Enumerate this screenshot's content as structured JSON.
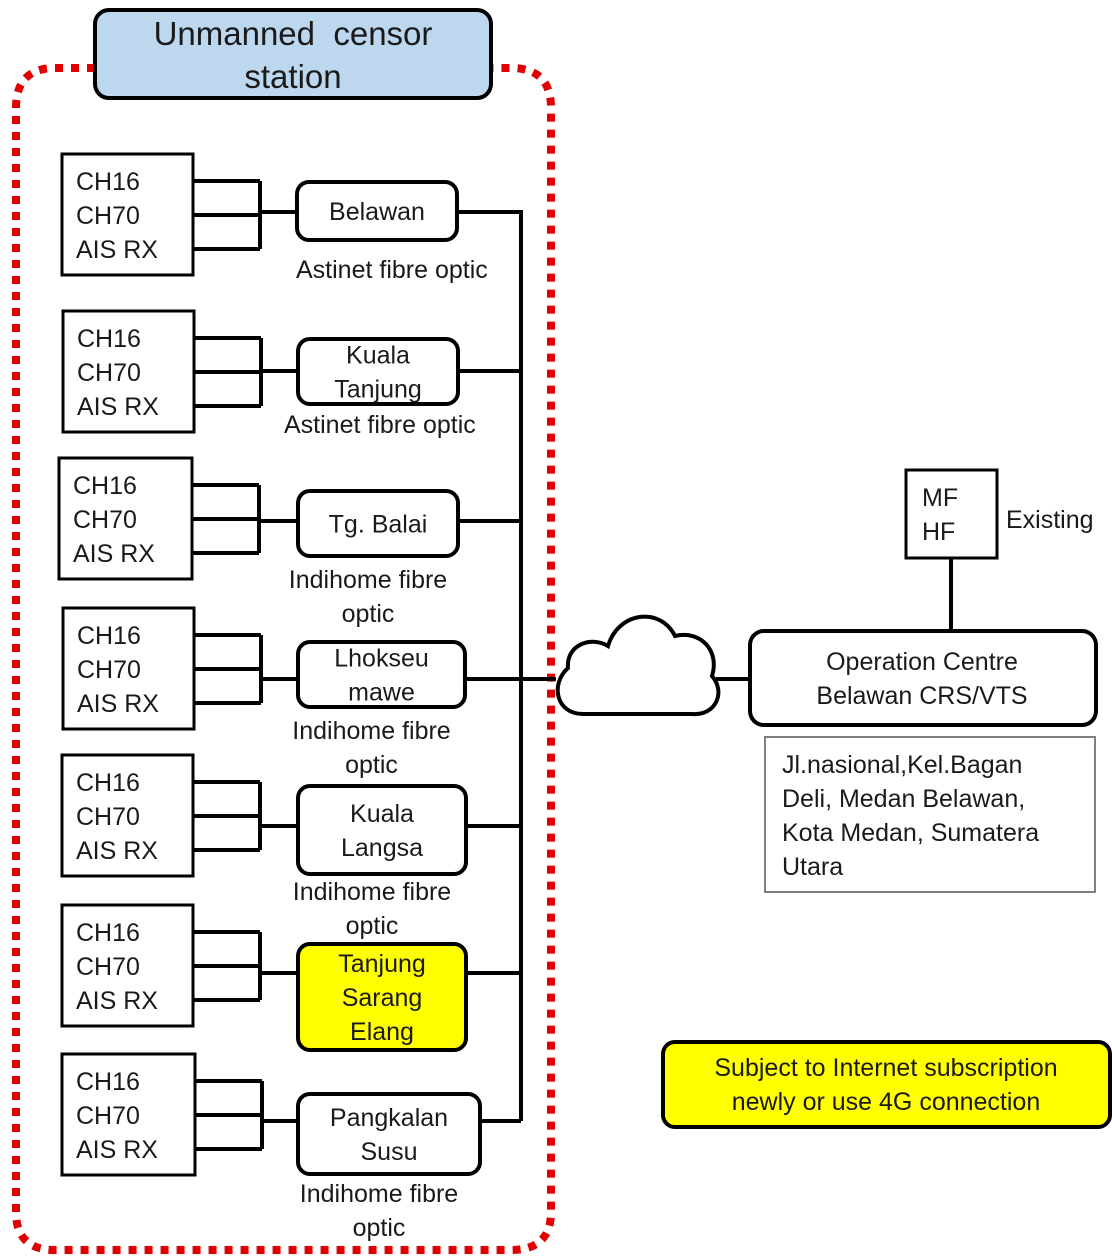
{
  "colors": {
    "accent_blue": "#bdd7ee",
    "highlight_yellow": "#ffff00",
    "dotted_red": "#e00000"
  },
  "header": {
    "line1": "Unmanned  censor",
    "line2": "station"
  },
  "stations": [
    {
      "channels": [
        "CH16",
        "CH70",
        "AIS RX"
      ],
      "name_lines": [
        "Belawan"
      ],
      "link_lines": [
        "Astinet fibre optic"
      ],
      "highlight": false
    },
    {
      "channels": [
        "CH16",
        "CH70",
        "AIS RX"
      ],
      "name_lines": [
        "Kuala",
        "Tanjung"
      ],
      "link_lines": [
        "Astinet fibre optic"
      ],
      "highlight": false
    },
    {
      "channels": [
        "CH16",
        "CH70",
        "AIS RX"
      ],
      "name_lines": [
        "Tg. Balai"
      ],
      "link_lines": [
        "Indihome fibre",
        "optic"
      ],
      "highlight": false
    },
    {
      "channels": [
        "CH16",
        "CH70",
        "AIS RX"
      ],
      "name_lines": [
        "Lhokseu",
        "mawe"
      ],
      "link_lines": [
        "Indihome fibre",
        "optic"
      ],
      "highlight": false
    },
    {
      "channels": [
        "CH16",
        "CH70",
        "AIS RX"
      ],
      "name_lines": [
        "Kuala",
        "Langsa"
      ],
      "link_lines": [
        "Indihome fibre",
        "optic"
      ],
      "highlight": false
    },
    {
      "channels": [
        "CH16",
        "CH70",
        "AIS RX"
      ],
      "name_lines": [
        "Tanjung",
        "Sarang",
        "Elang"
      ],
      "link_lines": [],
      "highlight": true
    },
    {
      "channels": [
        "CH16",
        "CH70",
        "AIS RX"
      ],
      "name_lines": [
        "Pangkalan",
        "Susu"
      ],
      "link_lines": [
        "Indihome fibre",
        "optic"
      ],
      "highlight": false
    }
  ],
  "operation_centre": {
    "line1": "Operation Centre",
    "line2": "Belawan CRS/VTS"
  },
  "radio": {
    "line1": "MF",
    "line2": "HF",
    "status": "Existing"
  },
  "address_lines": [
    "Jl.nasional,Kel.Bagan",
    "Deli, Medan Belawan,",
    "Kota Medan, Sumatera",
    "Utara"
  ],
  "note": {
    "line1": "Subject to Internet subscription",
    "line2": "newly or use 4G connection"
  }
}
